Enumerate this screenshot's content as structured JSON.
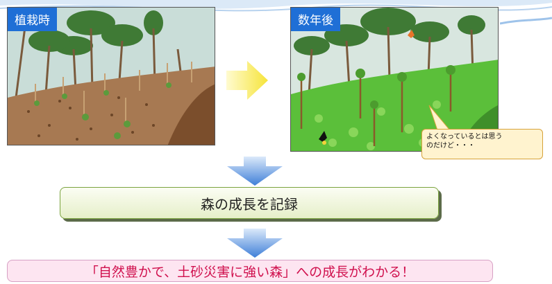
{
  "before_panel": {
    "tag": "植栽時"
  },
  "after_panel": {
    "tag": "数年後"
  },
  "speech_bubble": {
    "line1": "よくなっているとは思う",
    "line2": "のだけど・・・"
  },
  "record_box": {
    "label": "森の成長を記録"
  },
  "result_box": {
    "label": "「自然豊かで、土砂災害に強い森」への成長がわかる！"
  },
  "colors": {
    "tag_bg": "#1f6fd6",
    "arrow_right": "#f6e43a",
    "arrow_down": "#3f7fd8",
    "record_border": "#7aa33e",
    "result_text": "#d0104d",
    "result_bg": "#fde5f1"
  }
}
